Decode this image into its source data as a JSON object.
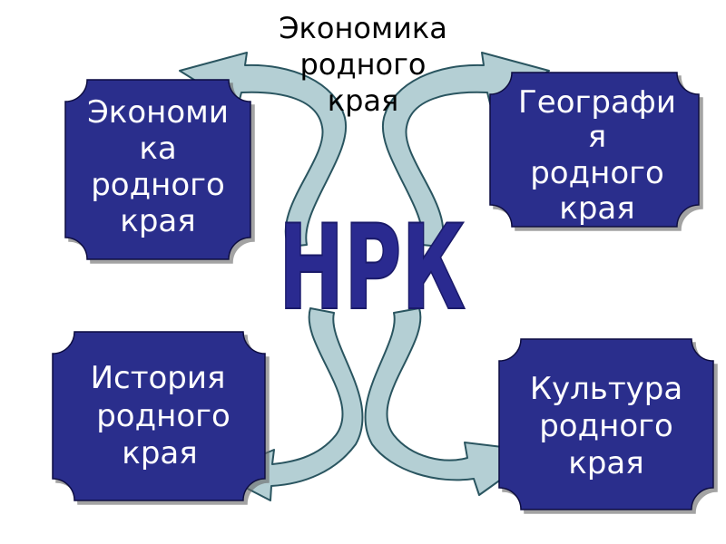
{
  "top_caption": {
    "lines": [
      "Экономика",
      "родного",
      "края"
    ]
  },
  "center_label": "НРК",
  "boxes": {
    "top_left": {
      "lines": [
        "Экономи",
        "ка",
        "родного",
        "края"
      ]
    },
    "top_right": {
      "lines": [
        "Географи",
        "я",
        "родного",
        "края"
      ]
    },
    "bottom_left": {
      "lines": [
        "История",
        "родного",
        "края"
      ]
    },
    "bottom_right": {
      "lines": [
        "Культура",
        "родного",
        "края"
      ]
    }
  },
  "colors": {
    "box_fill": "#2b2d8c",
    "arrow_fill": "#b4cfd4",
    "arrow_stroke": "#2a5560",
    "wordart_fill": "#2a2a90"
  }
}
